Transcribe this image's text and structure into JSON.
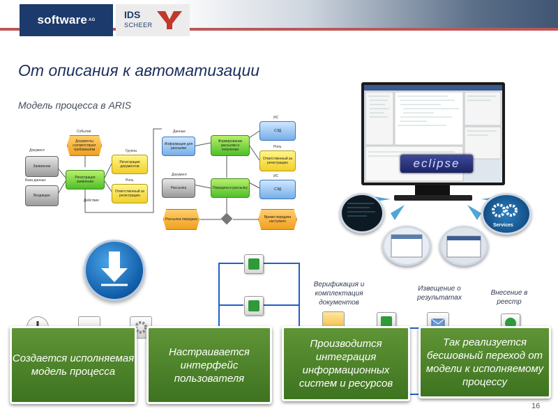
{
  "header": {
    "logo_brand": "software",
    "logo_brand_suffix": "AG",
    "partner_logo_line1": "IDS",
    "partner_logo_line2": "SCHEER"
  },
  "title": "От описания к автоматизации",
  "subtitle": "Модель процесса в ARIS",
  "aris": {
    "tags": [
      "Событие",
      "Документ",
      "Группа",
      "Роль",
      "Данные",
      "ИС",
      "Роль",
      "ИС",
      "База данных",
      "Действие",
      "Документ"
    ],
    "nodes": {
      "doc1": "Заявление",
      "db1": "Входящие",
      "evt1": "Документы соответствуют требованиям",
      "func1": "Регистрация заявления",
      "role1": "Регистрация документов",
      "role2": "Ответственный за регистрацию",
      "data1": "Информация для рассылки",
      "doc2": "Рассылка",
      "func2": "Формирование рассылки и получение",
      "func3": "Передача в рассылку",
      "sys1": "СЭД",
      "role3": "Ответственный за регистрацию",
      "sys2": "СЭД",
      "evt2": "Рассылка передана",
      "evt3": "Время передачи наступило"
    }
  },
  "monitor": {
    "logo": "eclipse"
  },
  "circles": {
    "services_label": "Services"
  },
  "flow_labels": {
    "verify": "Верификация и комплектация документов",
    "notify": "Извещение о результатах",
    "register": "Внесение в реестр"
  },
  "cards": [
    "Создается исполняемая модель процесса",
    "Настраивается интерфейс пользователя",
    "Производится интеграция информационных систем и ресурсов",
    "Так реализуется бесшовный переход от модели к исполняемому процессу"
  ],
  "slide_number": "16",
  "colors": {
    "title": "#1b2f5e",
    "card_green": "#4e8428",
    "flow_blue": "#1f5fc8",
    "header_red": "#b03a3a"
  }
}
